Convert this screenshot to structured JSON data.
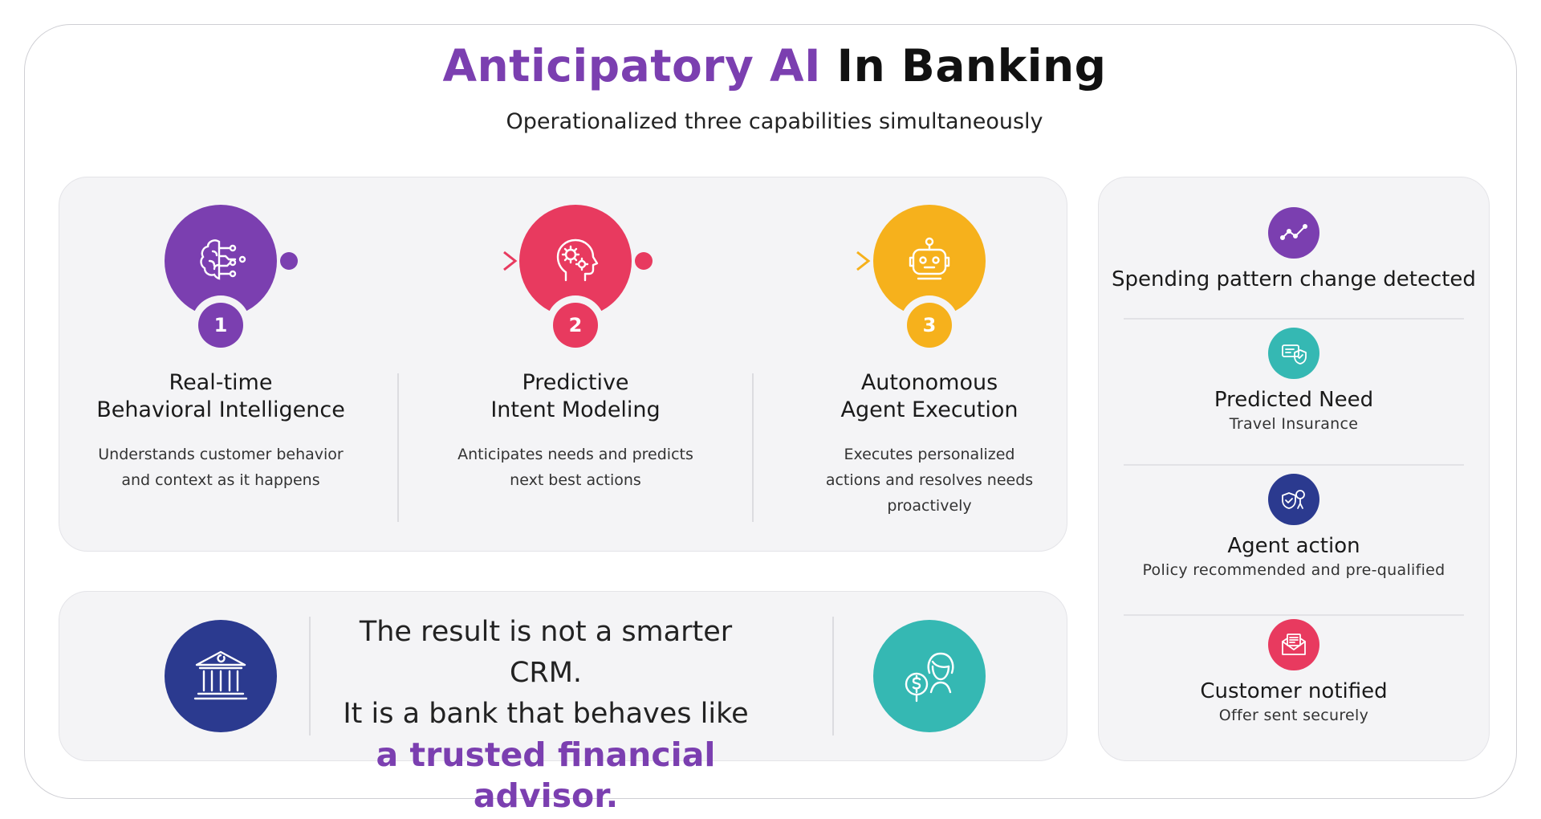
{
  "header": {
    "title_accent": "Anticipatory AI",
    "title_rest": " In Banking",
    "subtitle": "Operationalized three capabilities simultaneously"
  },
  "steps": [
    {
      "number": "1",
      "title_line1": "Real-time",
      "title_line2": "Behavioral Intelligence",
      "desc_line1": "Understands customer behavior",
      "desc_line2": "and context as it happens",
      "desc_line3": "",
      "color": "#7b3fb0",
      "icon": "brain-circuit-icon"
    },
    {
      "number": "2",
      "title_line1": "Predictive",
      "title_line2": "Intent Modeling",
      "desc_line1": "Anticipates needs and predicts",
      "desc_line2": "next best actions",
      "desc_line3": "",
      "color": "#e83a5f",
      "icon": "head-gears-icon"
    },
    {
      "number": "3",
      "title_line1": "Autonomous",
      "title_line2": "Agent Execution",
      "desc_line1": "Executes personalized",
      "desc_line2": "actions and resolves needs",
      "desc_line3": "proactively",
      "color": "#f6b11c",
      "icon": "robot-icon"
    }
  ],
  "result": {
    "line1": "The result is not a smarter CRM.",
    "line2": "It is a bank that behaves like",
    "line3": "a trusted financial advisor.",
    "left_icon": "bank-icon",
    "left_color": "#2b3a8f",
    "right_icon": "advisor-dollar-icon",
    "right_color": "#35b8b3"
  },
  "flow": [
    {
      "title": "Spending pattern change detected",
      "sub": "",
      "color": "#7b3fb0",
      "icon": "trend-line-icon"
    },
    {
      "title": "Predicted Need",
      "sub": "Travel Insurance",
      "color": "#35b8b3",
      "icon": "ticket-shield-icon"
    },
    {
      "title": "Agent action",
      "sub": "Policy recommended and pre-qualified",
      "color": "#2b3a8f",
      "icon": "shield-agent-icon"
    },
    {
      "title": "Customer notified",
      "sub": "Offer sent securely",
      "color": "#e83a5f",
      "icon": "envelope-icon"
    }
  ]
}
